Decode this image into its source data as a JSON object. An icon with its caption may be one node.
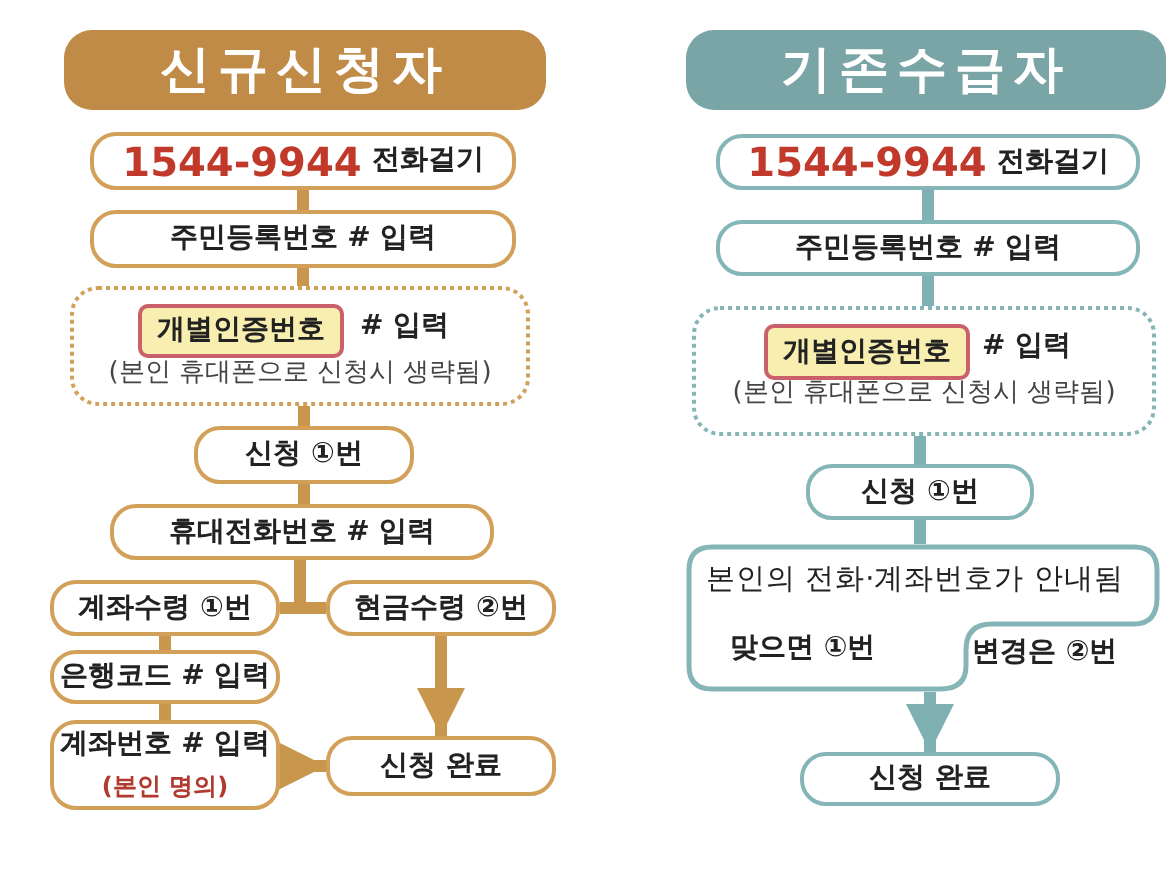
{
  "diagram": {
    "nodes": [
      {
        "text": [
          "신규신청자"
        ]
      },
      {
        "text": [
          "1544-9944",
          "전화걸기"
        ]
      },
      {
        "text": [
          "주민등록번호 # 입력"
        ]
      },
      {
        "text": [
          "# 입력",
          "(본인 휴대폰으로 신청시 생략됨)"
        ]
      },
      {
        "text": [
          "개별인증번호"
        ],
        "in": 3
      },
      {
        "text": [
          "신청 ①번"
        ]
      },
      {
        "text": [
          "휴대전화번호 # 입력"
        ]
      },
      {
        "text": [
          "계좌수령 ①번"
        ]
      },
      {
        "text": [
          "현금수령 ②번"
        ]
      },
      {
        "text": [
          "은행코드 # 입력"
        ]
      },
      {
        "text": [
          "계좌번호 # 입력",
          "(본인 명의)"
        ]
      },
      {
        "text": [
          "신청 완료"
        ]
      },
      {
        "text": [
          "기존수급자"
        ]
      },
      {
        "text": [
          "1544-9944",
          "전화걸기"
        ]
      },
      {
        "text": [
          "주민등록번호 # 입력"
        ]
      },
      {
        "text": [
          "# 입력",
          "(본인 휴대폰으로 신청시 생략됨)"
        ]
      },
      {
        "text": [
          "개별인증번호"
        ],
        "in": 15
      },
      {
        "text": [
          "신청 ①번"
        ]
      },
      {
        "text": [
          "본인의 전화·계좌번호가 안내됨",
          "맞으면 ①번"
        ],
        "beside": [
          "변경은 ②번"
        ]
      },
      {
        "text": [
          "신청 완료"
        ]
      }
    ],
    "edges": [
      {
        "from": 1,
        "to": 2,
        "arrow": "none"
      },
      {
        "from": 2,
        "to": 3,
        "arrow": "none"
      },
      {
        "from": 3,
        "to": 5,
        "arrow": "none"
      },
      {
        "from": 5,
        "to": 6,
        "arrow": "none"
      },
      {
        "from": 6,
        "to": 7,
        "arrow": "none"
      },
      {
        "from": 6,
        "to": 8,
        "arrow": "none"
      },
      {
        "from": 7,
        "to": 9,
        "arrow": "none"
      },
      {
        "from": 9,
        "to": 10,
        "arrow": "none"
      },
      {
        "from": 10,
        "to": 11,
        "arrow": "to"
      },
      {
        "from": 8,
        "to": 11,
        "arrow": "to"
      },
      {
        "from": 13,
        "to": 14,
        "arrow": "none",
        "color": "#7fb0b2"
      },
      {
        "from": 14,
        "to": 15,
        "arrow": "none",
        "color": "#7fb0b2"
      },
      {
        "from": 15,
        "to": 17,
        "arrow": "none",
        "color": "#7fb0b2"
      },
      {
        "from": 17,
        "to": 18,
        "arrow": "none",
        "color": "#7fb0b2"
      },
      {
        "from": 18,
        "to": 19,
        "arrow": "to",
        "color": "#7fb0b2"
      }
    ]
  }
}
